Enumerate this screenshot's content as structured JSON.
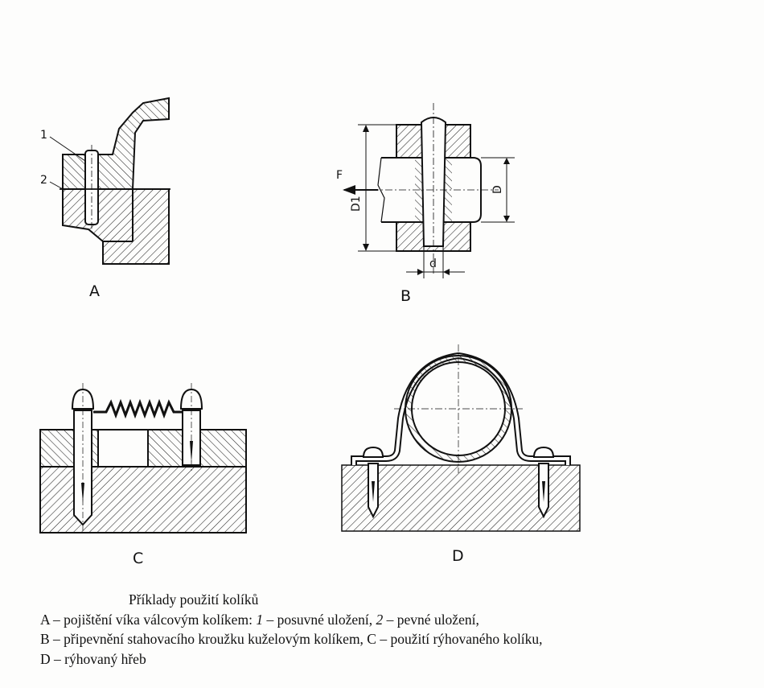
{
  "figure": {
    "panel_A": {
      "label": "A",
      "callouts": [
        "1",
        "2"
      ]
    },
    "panel_B": {
      "label": "B",
      "dimension_labels": {
        "force": "F",
        "outer_diameter": "D",
        "ring_diameter": "D1",
        "pin_diameter": "d"
      }
    },
    "panel_C": {
      "label": "C"
    },
    "panel_D": {
      "label": "D"
    }
  },
  "caption": {
    "title": "Příklady použití kolíků",
    "line_a_prefix": "A – pojištění víka válcovým kolíkem:",
    "line_a_num1": "1",
    "line_a_mid": "– posuvné uložení,",
    "line_a_num2": "2",
    "line_a_suffix": "– pevné uložení,",
    "line_b": "B – připevnění stahovacího kroužku kuželovým kolíkem, C – použití rýhovaného kolíku,",
    "line_d": "D – rýhovaný hřeb"
  }
}
